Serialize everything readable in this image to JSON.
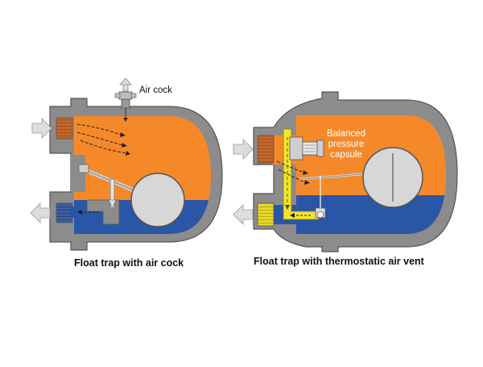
{
  "left_diagram": {
    "caption": "Float trap with air cock",
    "air_cock_label": "Air cock"
  },
  "right_diagram": {
    "caption": "Float trap with thermostatic air vent",
    "capsule_label": [
      "Balanced",
      "pressure",
      "capsule"
    ]
  },
  "colors": {
    "body_grey": "#8c8c8c",
    "outline": "#555555",
    "steam_orange": "#f5892a",
    "condensate_blue": "#2a56a8",
    "float_grey": "#d7d7d7",
    "thread_orange": "#c4662a",
    "thread_blue": "#3e5ea0",
    "vent_yellow": "#f2e42c",
    "arrow_grey": "#dddddd"
  },
  "icons": [
    "inlet-arrow-icon",
    "outlet-arrow-icon",
    "flow-arrow-icon"
  ]
}
